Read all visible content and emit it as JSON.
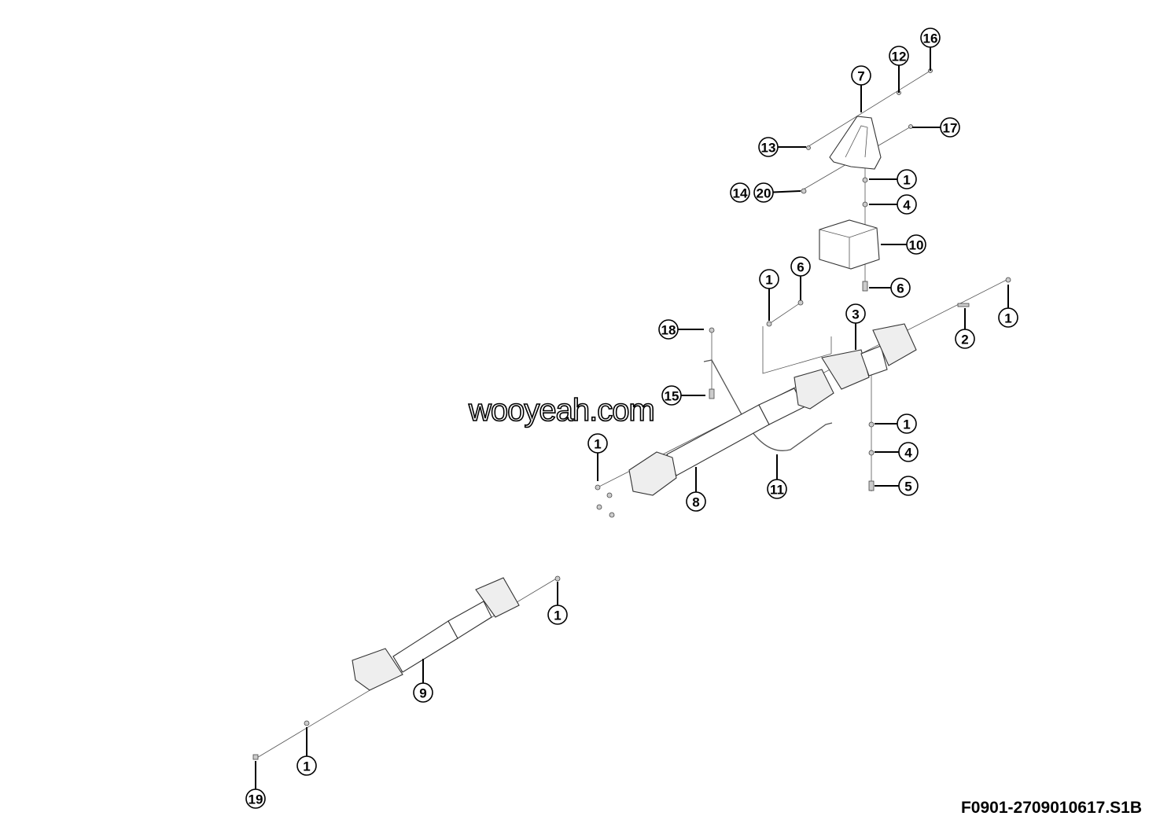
{
  "diagram": {
    "drawing_code": "F0901-2709010617.S1B",
    "watermark": "wooyeah.com",
    "callouts": [
      "16",
      "12",
      "7",
      "13",
      "17",
      "14",
      "20",
      "1",
      "4",
      "10",
      "6",
      "1",
      "6",
      "18",
      "3",
      "1",
      "2",
      "15",
      "1",
      "8",
      "11",
      "1",
      "4",
      "5",
      "1",
      "9",
      "1",
      "19"
    ]
  }
}
